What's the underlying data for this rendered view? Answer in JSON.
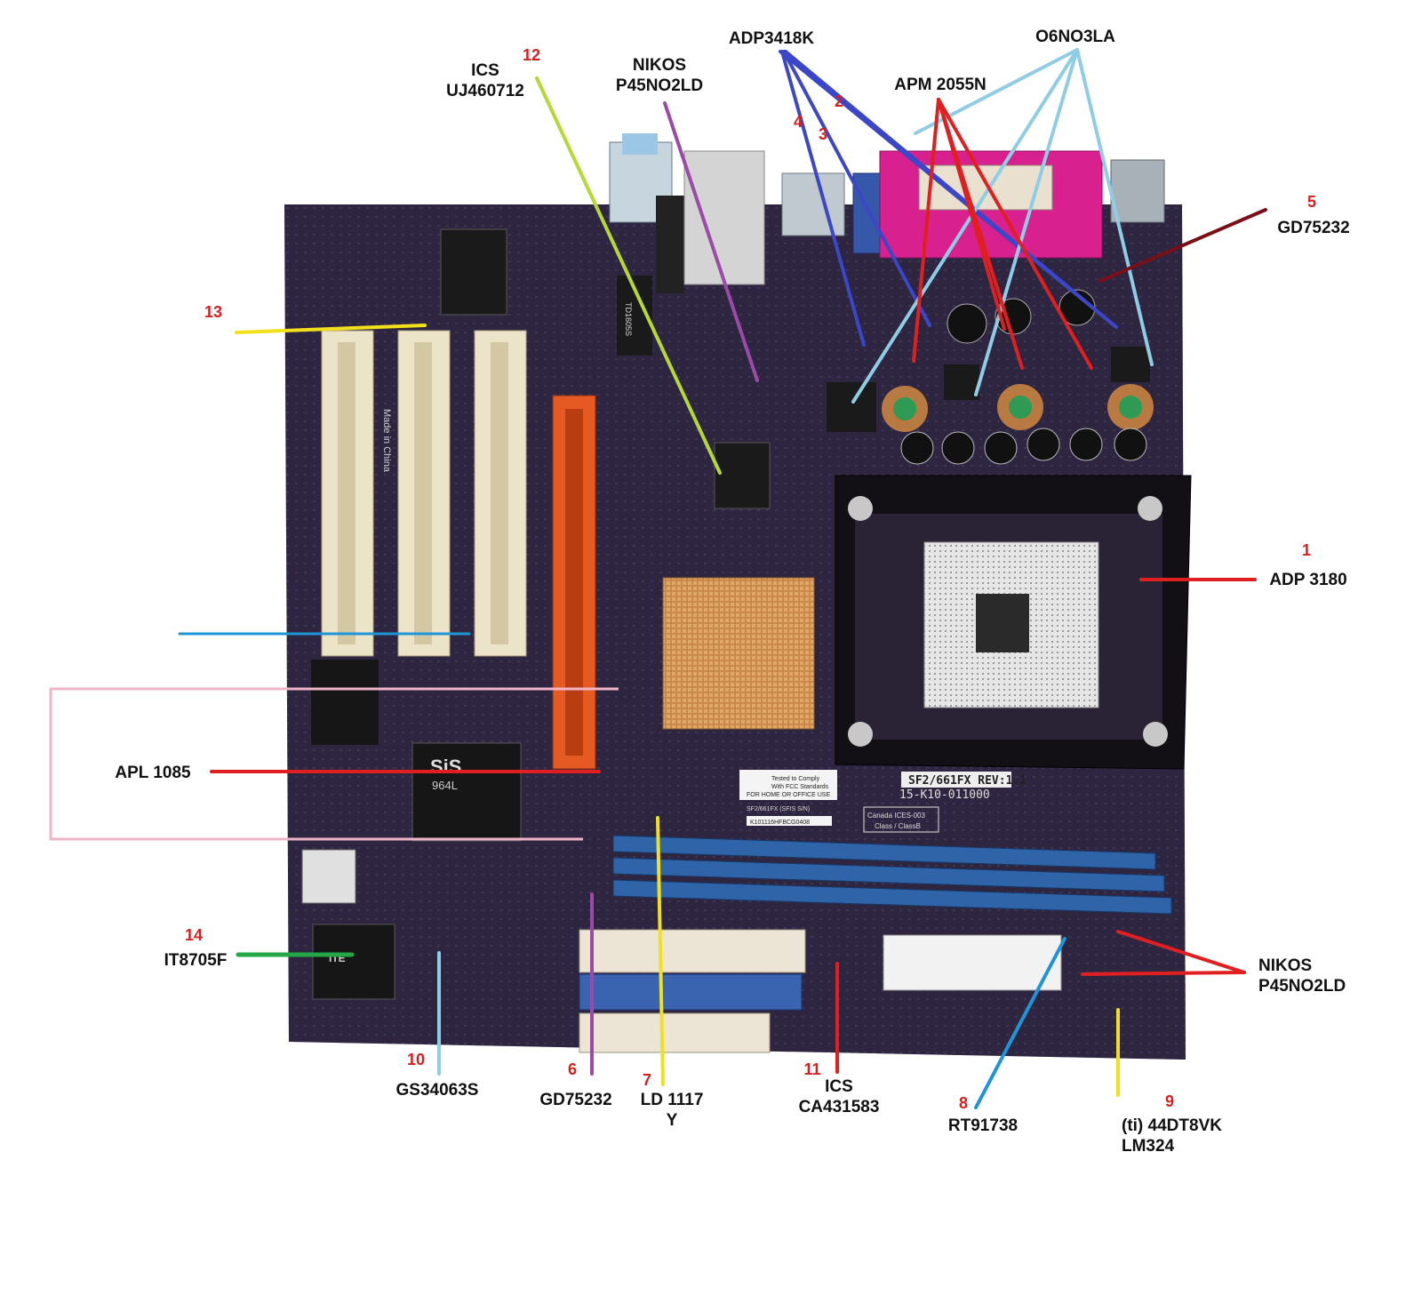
{
  "colors": {
    "pcb": "#2e2640",
    "pcb_dark": "#1e1a2a",
    "number_red": "#d42020",
    "line_red": "#e02020",
    "line_blue": "#3b46c8",
    "line_lightblue": "#8fcde6",
    "line_purple": "#9b4aa8",
    "line_lime": "#b5d832",
    "line_darkred": "#7a0f18",
    "line_yellow": "#f2e01a",
    "line_pink": "#f0b4c8",
    "line_green": "#22a845",
    "line_cyan": "#1f95d8"
  },
  "board": {
    "model": "SF2/661FX REV:1.1",
    "part": "15-K10-011000",
    "fcc_line1": "Tested to Comply",
    "fcc_line2": "With FCC Standards",
    "fcc_line3": "FOR HOME OR OFFICE USE",
    "canada_line1": "Canada ICES-003",
    "canada_line2": "Class / ClassB",
    "chipset_brand": "SiS",
    "chipset_model": "964L",
    "io_brand": "ITE",
    "made_in": "Made in China",
    "bios_chip": "TD1605S",
    "serial": "K101116HFBCG0408",
    "sfis": "SF2/661FX (SFIS S/N)"
  },
  "labels": {
    "adp3418k": "ADP3418K",
    "o6no3la": "O6NO3LA",
    "apm2055n": "APM 2055N",
    "ics_uj_line1": "ICS",
    "ics_uj_line2": "UJ460712",
    "nikos_top_line1": "NIKOS",
    "nikos_top_line2": "P45NO2LD",
    "gd75232_top": "GD75232",
    "adp3180": "ADP 3180",
    "apl1085": "APL 1085",
    "it8705f": "IT8705F",
    "gs34063s": "GS34063S",
    "gd75232_bottom": "GD75232",
    "ld1117_line1": "LD 1117",
    "ld1117_line2": "Y",
    "ics_ca_line1": "ICS",
    "ics_ca_line2": "CA431583",
    "rt91738": "RT91738",
    "ti_line1": "(ti) 44DT8VK",
    "ti_line2": "LM324",
    "nikos_right_line1": "NIKOS",
    "nikos_right_line2": "P45NO2LD"
  },
  "numbers": {
    "n1": "1",
    "n2": "2",
    "n3": "3",
    "n4": "4",
    "n5": "5",
    "n6": "6",
    "n7": "7",
    "n8": "8",
    "n9": "9",
    "n10": "10",
    "n11": "11",
    "n12": "12",
    "n13": "13",
    "n14": "14"
  }
}
